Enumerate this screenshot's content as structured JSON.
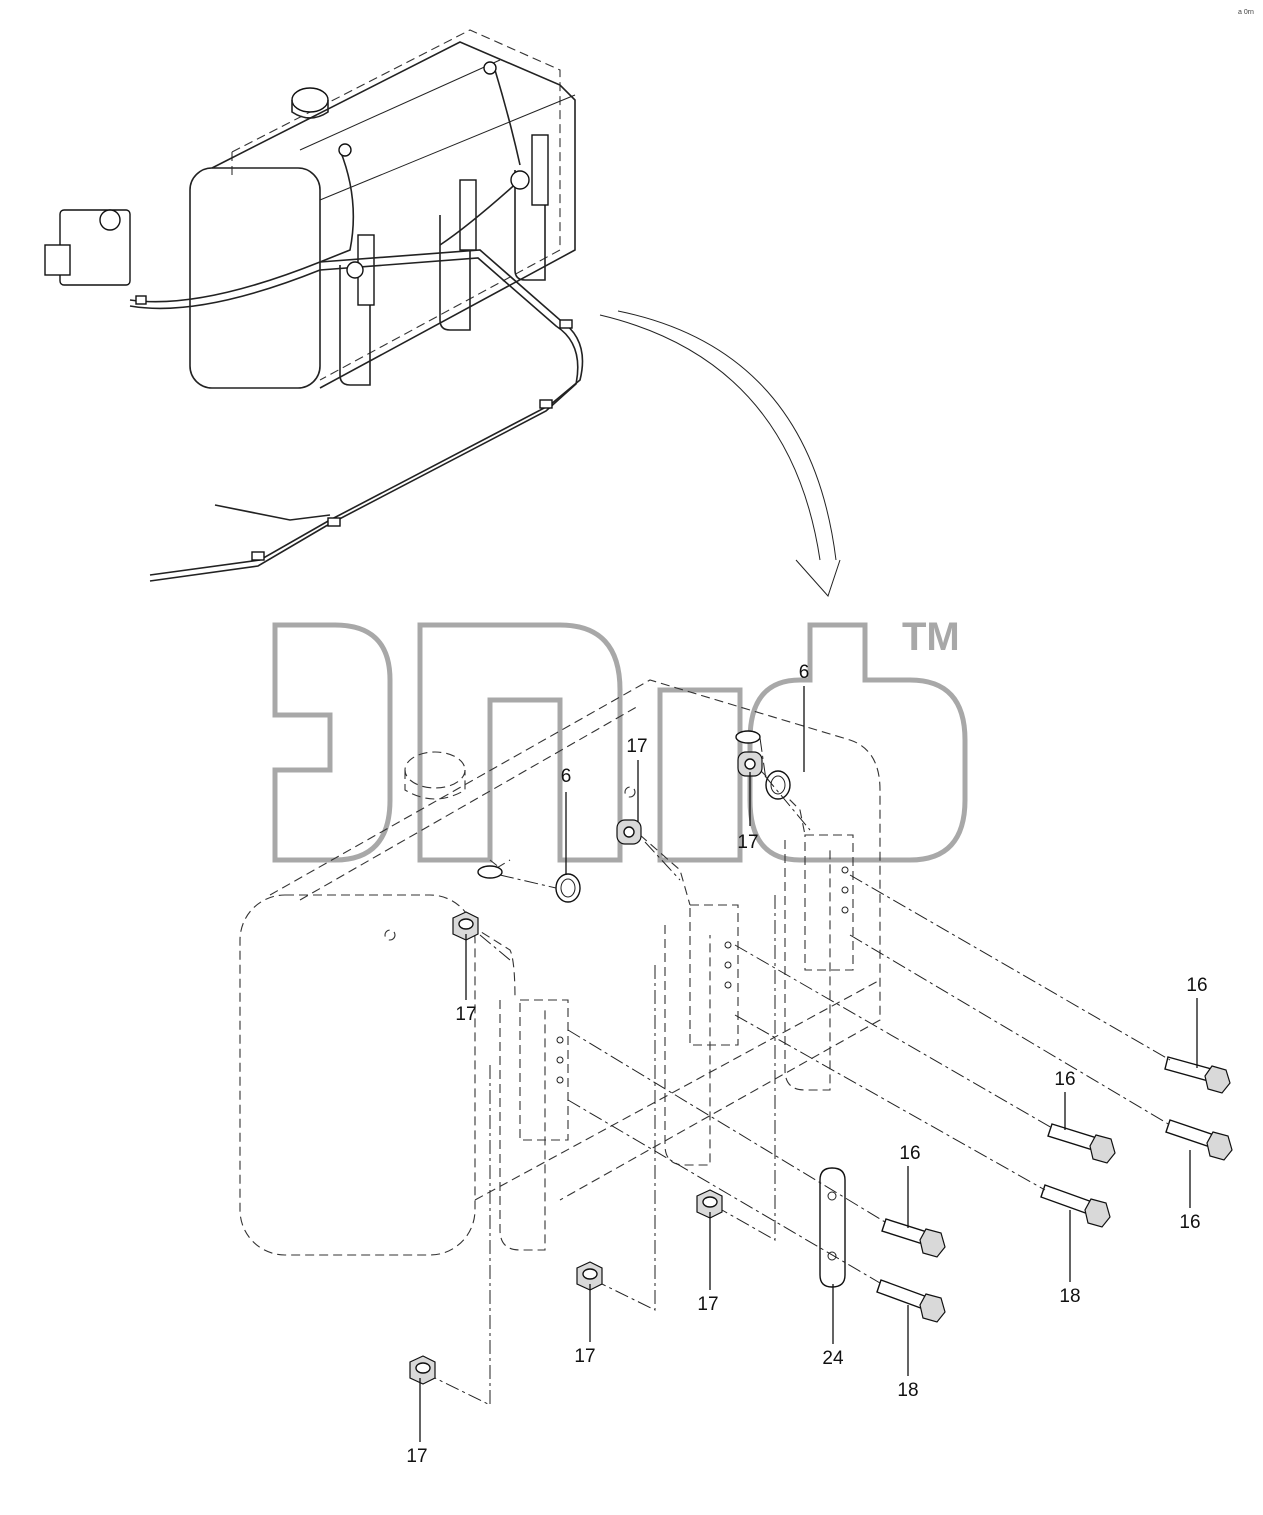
{
  "watermark": {
    "trademark": "TM"
  },
  "corner_mark": "a 0rn",
  "callouts": [
    {
      "id": "c6a",
      "label": "6"
    },
    {
      "id": "c17a",
      "label": "17"
    },
    {
      "id": "c17b",
      "label": "17"
    },
    {
      "id": "c6b",
      "label": "6"
    },
    {
      "id": "c17c",
      "label": "17"
    },
    {
      "id": "c16a",
      "label": "16"
    },
    {
      "id": "c16b",
      "label": "16"
    },
    {
      "id": "c16c",
      "label": "16"
    },
    {
      "id": "c16d",
      "label": "16"
    },
    {
      "id": "c18a",
      "label": "18"
    },
    {
      "id": "c18b",
      "label": "18"
    },
    {
      "id": "c17d",
      "label": "17"
    },
    {
      "id": "c17e",
      "label": "17"
    },
    {
      "id": "c17f",
      "label": "17"
    },
    {
      "id": "c24",
      "label": "24"
    }
  ]
}
